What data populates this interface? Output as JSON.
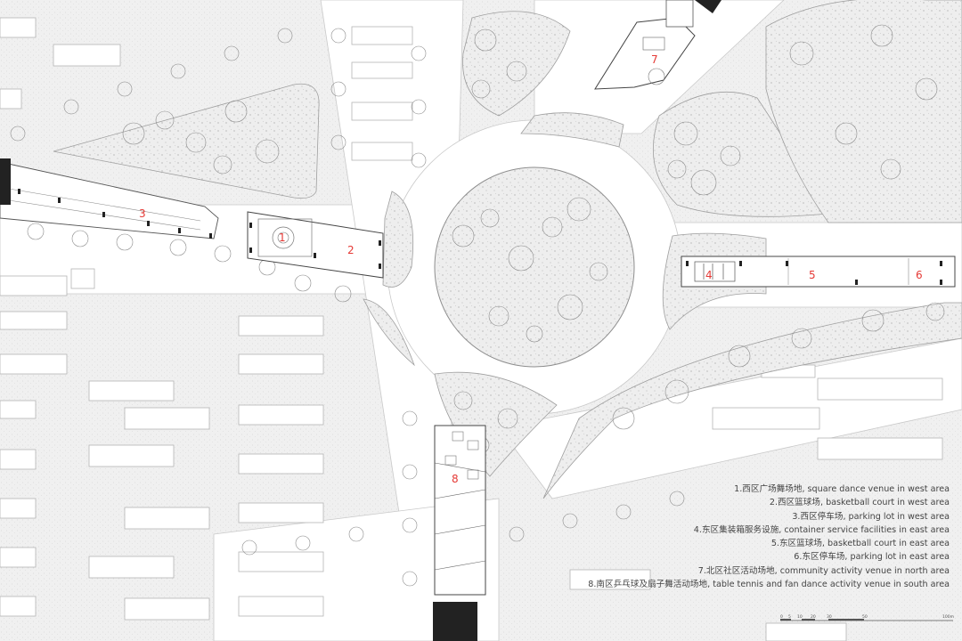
{
  "map_labels": {
    "n1": "1",
    "n2": "2",
    "n3": "3",
    "n4": "4",
    "n5": "5",
    "n6": "6",
    "n7": "7",
    "n8": "8"
  },
  "legend": [
    "1.西区广场舞场地, square dance venue in west area",
    "2.西区篮球场, basketball court in west area",
    "3.西区停车场, parking lot in west area",
    "4.东区集装箱服务设施, container service facilities in east area",
    "5.东区篮球场, basketball court in east area",
    "6.东区停车场, parking lot in east area",
    "7.北区社区活动场地, community activity venue in north area",
    "8.南区乒乓球及扇子舞活动场地, table tennis and fan dance activity venue in south area"
  ],
  "scale_bar": {
    "ticks": [
      "0",
      "5",
      "10",
      "20",
      "30",
      "50",
      "100m"
    ]
  },
  "colors": {
    "label_red": "#e53935",
    "ground": "#f7f7f7",
    "green_fill": "#ececec",
    "road": "#ffffff",
    "building": "#222222"
  }
}
